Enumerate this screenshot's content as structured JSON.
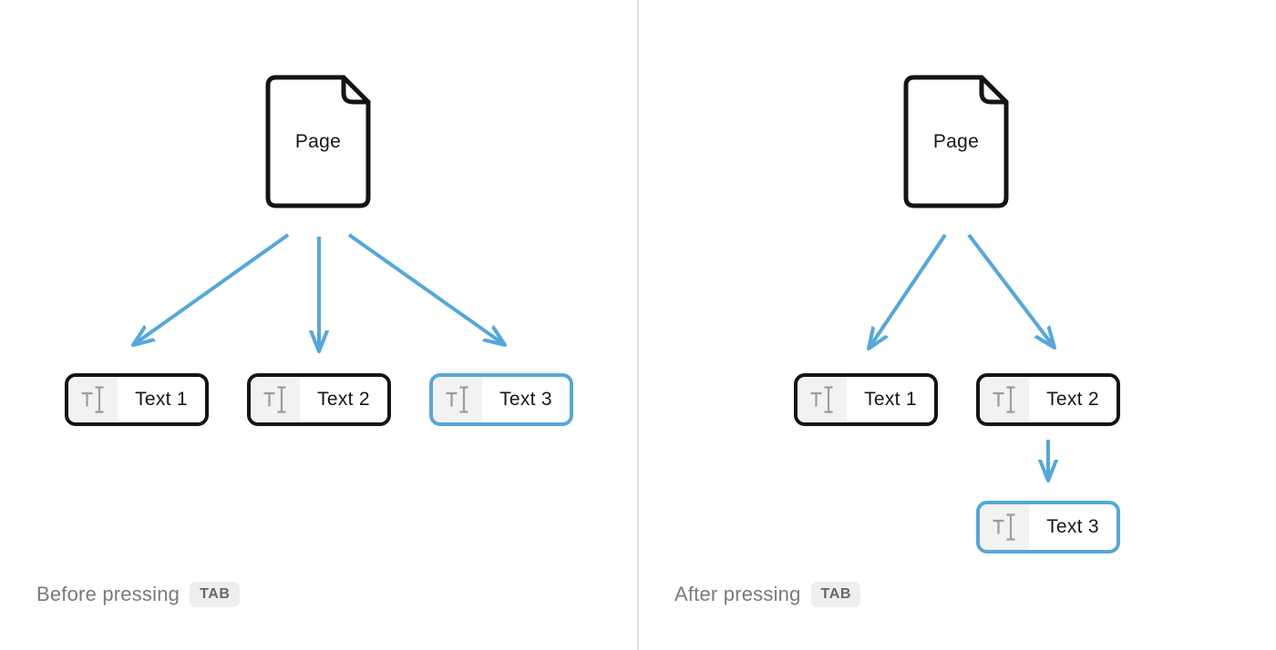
{
  "colors": {
    "accent_blue": "#54A7DB",
    "block_border": "#141414",
    "label_black": "#161616",
    "icon_gray": "#9C9C9C",
    "icon_bg": "#F2F2F1",
    "caption_gray": "#7A7A7A",
    "badge_bg": "#EEEEEE",
    "badge_text": "#666666",
    "divider": "#E0E0E0"
  },
  "panels": [
    {
      "caption": "Before pressing",
      "key": "TAB",
      "page_label": "Page",
      "blocks": [
        {
          "label": "Text 1",
          "selected": false
        },
        {
          "label": "Text 2",
          "selected": false
        },
        {
          "label": "Text 3",
          "selected": true
        }
      ],
      "edges": [
        {
          "from": "Page",
          "to": "Text 1"
        },
        {
          "from": "Page",
          "to": "Text 2"
        },
        {
          "from": "Page",
          "to": "Text 3"
        }
      ]
    },
    {
      "caption": "After pressing",
      "key": "TAB",
      "page_label": "Page",
      "blocks": [
        {
          "label": "Text 1",
          "selected": false
        },
        {
          "label": "Text 2",
          "selected": false
        },
        {
          "label": "Text 3",
          "selected": true
        }
      ],
      "edges": [
        {
          "from": "Page",
          "to": "Text 1"
        },
        {
          "from": "Page",
          "to": "Text 2"
        },
        {
          "from": "Text 2",
          "to": "Text 3"
        }
      ]
    }
  ]
}
